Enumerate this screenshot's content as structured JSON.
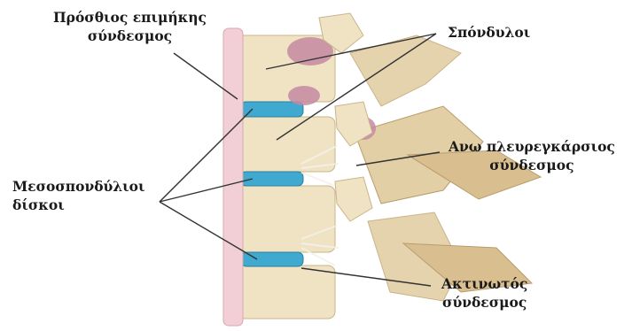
{
  "labels": {
    "anterior_ligament": {
      "line1": "Πρόσθιος επιμήκης",
      "line2": "σύνδεσμος"
    },
    "vertebrae": {
      "line1": "Σπόνδυλοι"
    },
    "discs": {
      "line1": "Μεσοσπονδύλιοι",
      "line2": "δίσκοι"
    },
    "costotransverse": {
      "line1": "Ανω πλευρεγκάρσιος",
      "line2": "σύνδεσμος"
    },
    "radiate": {
      "line1": "Ακτινωτός",
      "line2": "σύνδεσμος"
    }
  },
  "colors": {
    "bone": "#efe3c4",
    "bone_shadow": "#c9b48a",
    "ligament": "#f2cfd6",
    "disc": "#3fa9cf",
    "cartilage": "#c48aa2",
    "leader_line": "#333333"
  }
}
